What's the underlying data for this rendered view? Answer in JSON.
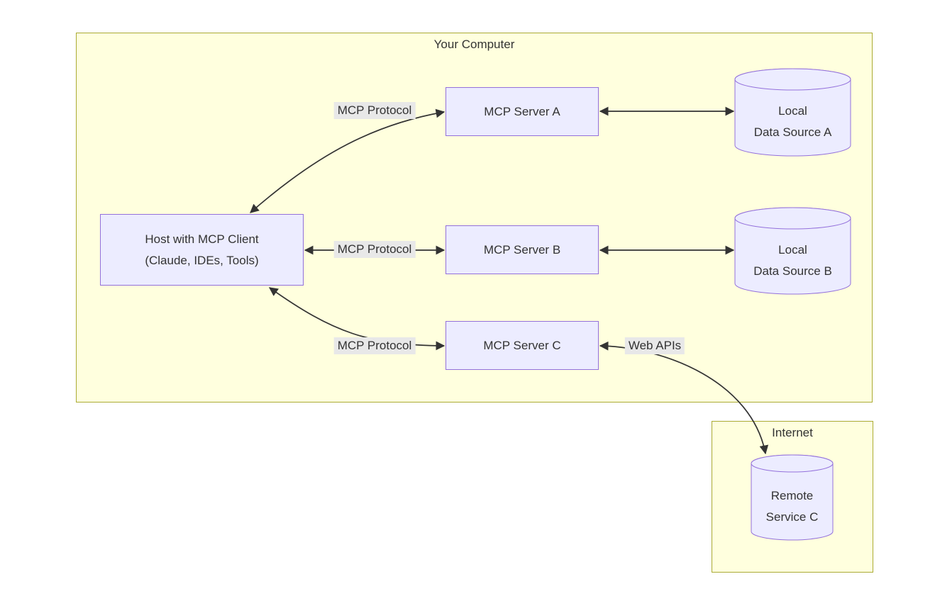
{
  "clusters": {
    "your_computer": {
      "label": "Your Computer"
    },
    "internet": {
      "label": "Internet"
    }
  },
  "nodes": {
    "host": {
      "line1": "Host with MCP Client",
      "line2": "(Claude, IDEs, Tools)"
    },
    "server_a": {
      "label": "MCP Server A"
    },
    "server_b": {
      "label": "MCP Server B"
    },
    "server_c": {
      "label": "MCP Server C"
    },
    "data_source_a": {
      "line1": "Local",
      "line2": "Data Source A"
    },
    "data_source_b": {
      "line1": "Local",
      "line2": "Data Source B"
    },
    "remote_service_c": {
      "line1": "Remote",
      "line2": "Service C"
    }
  },
  "edge_labels": {
    "host_server_a": "MCP Protocol",
    "host_server_b": "MCP Protocol",
    "host_server_c": "MCP Protocol",
    "server_c_web": "Web APIs"
  },
  "edges": [
    {
      "from": "host",
      "to": "server_a",
      "label": "MCP Protocol",
      "bidirectional": true
    },
    {
      "from": "host",
      "to": "server_b",
      "label": "MCP Protocol",
      "bidirectional": true
    },
    {
      "from": "host",
      "to": "server_c",
      "label": "MCP Protocol",
      "bidirectional": true
    },
    {
      "from": "server_a",
      "to": "data_source_a",
      "bidirectional": true
    },
    {
      "from": "server_b",
      "to": "data_source_b",
      "bidirectional": true
    },
    {
      "from": "server_c",
      "to": "remote_service_c",
      "label": "Web APIs",
      "bidirectional": true
    }
  ],
  "colors": {
    "node_fill": "#ECECFF",
    "node_border": "#9370DB",
    "cluster_fill": "#ffffde",
    "cluster_border": "#aaaa33",
    "edge_label_bg": "#e8e8e8",
    "line": "#333333",
    "text": "#333333",
    "page_bg": "#ffffff"
  }
}
